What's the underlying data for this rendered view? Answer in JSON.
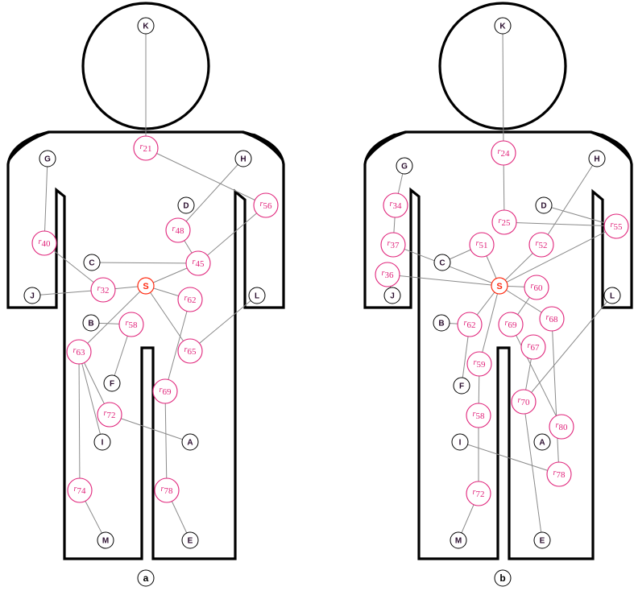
{
  "panels": [
    {
      "label": "a",
      "nodes": [
        {
          "id": "K",
          "kind": "base"
        },
        {
          "id": "G",
          "kind": "base"
        },
        {
          "id": "H",
          "kind": "base"
        },
        {
          "id": "D",
          "kind": "base"
        },
        {
          "id": "C",
          "kind": "base"
        },
        {
          "id": "J",
          "kind": "base"
        },
        {
          "id": "L",
          "kind": "base"
        },
        {
          "id": "B",
          "kind": "base"
        },
        {
          "id": "F",
          "kind": "base"
        },
        {
          "id": "I",
          "kind": "base"
        },
        {
          "id": "A",
          "kind": "base"
        },
        {
          "id": "M",
          "kind": "base"
        },
        {
          "id": "E",
          "kind": "base"
        },
        {
          "id": "S",
          "kind": "source"
        },
        {
          "id": "r21",
          "kind": "relay",
          "num": "21"
        },
        {
          "id": "r56",
          "kind": "relay",
          "num": "56"
        },
        {
          "id": "r48",
          "kind": "relay",
          "num": "48"
        },
        {
          "id": "r40",
          "kind": "relay",
          "num": "40"
        },
        {
          "id": "r45",
          "kind": "relay",
          "num": "45"
        },
        {
          "id": "r32",
          "kind": "relay",
          "num": "32"
        },
        {
          "id": "r62",
          "kind": "relay",
          "num": "62"
        },
        {
          "id": "r58",
          "kind": "relay",
          "num": "58"
        },
        {
          "id": "r63",
          "kind": "relay",
          "num": "63"
        },
        {
          "id": "r65",
          "kind": "relay",
          "num": "65"
        },
        {
          "id": "r69",
          "kind": "relay",
          "num": "69"
        },
        {
          "id": "r72",
          "kind": "relay",
          "num": "72"
        },
        {
          "id": "r74",
          "kind": "relay",
          "num": "74"
        },
        {
          "id": "r78",
          "kind": "relay",
          "num": "78"
        }
      ],
      "edges": [
        [
          "K",
          "r21"
        ],
        [
          "r21",
          "r56"
        ],
        [
          "r56",
          "r45"
        ],
        [
          "H",
          "r48"
        ],
        [
          "r48",
          "r45"
        ],
        [
          "G",
          "r40"
        ],
        [
          "r40",
          "r32"
        ],
        [
          "C",
          "r45"
        ],
        [
          "r45",
          "S"
        ],
        [
          "J",
          "r32"
        ],
        [
          "r32",
          "S"
        ],
        [
          "S",
          "r62"
        ],
        [
          "S",
          "r65"
        ],
        [
          "S",
          "r63"
        ],
        [
          "r62",
          "r69"
        ],
        [
          "L",
          "r65"
        ],
        [
          "B",
          "r58"
        ],
        [
          "r58",
          "F"
        ],
        [
          "r63",
          "r74"
        ],
        [
          "r63",
          "I"
        ],
        [
          "r63",
          "r72"
        ],
        [
          "r72",
          "A"
        ],
        [
          "r69",
          "r78"
        ],
        [
          "r74",
          "M"
        ],
        [
          "r78",
          "E"
        ]
      ]
    },
    {
      "label": "b",
      "nodes": [
        {
          "id": "K",
          "kind": "base"
        },
        {
          "id": "G",
          "kind": "base"
        },
        {
          "id": "H",
          "kind": "base"
        },
        {
          "id": "D",
          "kind": "base"
        },
        {
          "id": "C",
          "kind": "base"
        },
        {
          "id": "J",
          "kind": "base"
        },
        {
          "id": "L",
          "kind": "base"
        },
        {
          "id": "B",
          "kind": "base"
        },
        {
          "id": "F",
          "kind": "base"
        },
        {
          "id": "I",
          "kind": "base"
        },
        {
          "id": "A",
          "kind": "base"
        },
        {
          "id": "M",
          "kind": "base"
        },
        {
          "id": "E",
          "kind": "base"
        },
        {
          "id": "S",
          "kind": "source"
        },
        {
          "id": "r24",
          "kind": "relay",
          "num": "24"
        },
        {
          "id": "r34",
          "kind": "relay",
          "num": "34"
        },
        {
          "id": "r25",
          "kind": "relay",
          "num": "25"
        },
        {
          "id": "r55",
          "kind": "relay",
          "num": "55"
        },
        {
          "id": "r37",
          "kind": "relay",
          "num": "37"
        },
        {
          "id": "r51",
          "kind": "relay",
          "num": "51"
        },
        {
          "id": "r52",
          "kind": "relay",
          "num": "52"
        },
        {
          "id": "r36",
          "kind": "relay",
          "num": "36"
        },
        {
          "id": "r60",
          "kind": "relay",
          "num": "60"
        },
        {
          "id": "r62",
          "kind": "relay",
          "num": "62"
        },
        {
          "id": "r69",
          "kind": "relay",
          "num": "69"
        },
        {
          "id": "r68",
          "kind": "relay",
          "num": "68"
        },
        {
          "id": "r67",
          "kind": "relay",
          "num": "67"
        },
        {
          "id": "r59",
          "kind": "relay",
          "num": "59"
        },
        {
          "id": "r70",
          "kind": "relay",
          "num": "70"
        },
        {
          "id": "r58",
          "kind": "relay",
          "num": "58"
        },
        {
          "id": "r80",
          "kind": "relay",
          "num": "80"
        },
        {
          "id": "r78",
          "kind": "relay",
          "num": "78"
        },
        {
          "id": "r72",
          "kind": "relay",
          "num": "72"
        }
      ],
      "edges": [
        [
          "K",
          "r24"
        ],
        [
          "r24",
          "r25"
        ],
        [
          "r25",
          "r55"
        ],
        [
          "D",
          "r55"
        ],
        [
          "r55",
          "S"
        ],
        [
          "G",
          "r34"
        ],
        [
          "r34",
          "r37"
        ],
        [
          "r37",
          "S"
        ],
        [
          "r36",
          "S"
        ],
        [
          "J",
          "r36"
        ],
        [
          "C",
          "r51"
        ],
        [
          "r51",
          "S"
        ],
        [
          "H",
          "r52"
        ],
        [
          "r52",
          "S"
        ],
        [
          "S",
          "r60"
        ],
        [
          "r60",
          "r69"
        ],
        [
          "r69",
          "r80"
        ],
        [
          "S",
          "r68"
        ],
        [
          "r68",
          "r78"
        ],
        [
          "L",
          "r70"
        ],
        [
          "r70",
          "E"
        ],
        [
          "r67",
          "r70"
        ],
        [
          "S",
          "r62"
        ],
        [
          "B",
          "r62"
        ],
        [
          "r62",
          "F"
        ],
        [
          "S",
          "r59"
        ],
        [
          "r59",
          "r58"
        ],
        [
          "r58",
          "r72"
        ],
        [
          "r72",
          "M"
        ],
        [
          "I",
          "r78"
        ]
      ]
    }
  ]
}
